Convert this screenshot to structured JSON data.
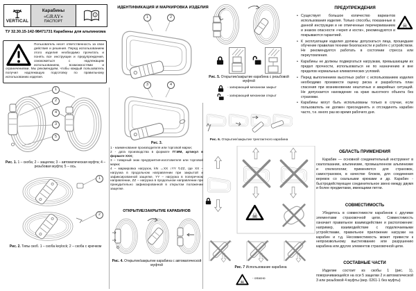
{
  "header": {
    "brand": "VERTICAL",
    "product": "Карабины",
    "model": "«GRAY»",
    "doc_type": "ПАСПОРТ",
    "standard": "ТУ 32.30.15-142-98471731 Карабины для альпинизма"
  },
  "warning_box": {
    "text": "Пользователь несет ответственность за свои действия и решения. Перед использованием этого изделия необходимо прочитать и понять все инструкции и предупреждения, ознакомиться с надлежащим использованием, возможностями и ограничениями. Мы рекомендуем, чтобы каждый пользователь получил надлежащую подготовку по правильному использованию изделия."
  },
  "sections": {
    "identification": "ИДЕНТИФИКАЦИЯ И МАРКИРОВКА ИЗДЕЛИЯ",
    "open_close": "ОТКРЫТИЕ/ЗАКРЫТИЕ КАРАБИНОВ",
    "warnings": "ПРЕДУПРЕЖДЕНИЯ",
    "application": "ОБЛАСТЬ ПРИМЕНЕНИЯ",
    "compatibility": "СОВМЕСТИМОСТЬ",
    "components": "СОСТАВНЫЕ ЧАСТИ"
  },
  "figures": {
    "fig1": {
      "label": "Рис. 1.",
      "caption": "1 – скоба; 2 – защелка; 3 – автоматическая муфта; 4 – резьбовая муфта; 5 – ось.",
      "callouts": [
        "1",
        "2",
        "4",
        "3",
        "5"
      ]
    },
    "fig2": {
      "label": "Рис. 2.",
      "caption": "Типы скоб. 1 – скоба keylock; 2 – скоба с крючком",
      "callouts": [
        "1",
        "2"
      ]
    },
    "fig3": {
      "label": "Рис. 3.",
      "callouts_top": [
        "1",
        "2"
      ],
      "callouts_bottom": [
        "3",
        "4"
      ],
      "line1": "1 - наименование производителя или торговой марки;",
      "line2a": "2 - дата производства в формате ",
      "line2b": "ГГ.ММ, артикул в формате XXX;",
      "line3": "3 – товарный знак предприятия-изготовителя или торговой марки;",
      "line4": "4 – маркировка нагрузок, kN ↔XX ↕YY ↻ZZ, где XX – нагрузка в продольном направлении при закрытой и зафиксированной защелке, YY – нагрузка в поперечном направлении, ZZ – нагрузка в продольном направлении при принудительно зафиксированной в открытом положении защелке."
    },
    "fig4": {
      "label": "Рис. 4.",
      "caption": "Открытие/закрытие карабина с автоматической муфтой"
    },
    "fig5": {
      "label": "Рис. 5.",
      "caption": "Открытие/закрытие карабина с резьбовой муфтой",
      "legend_closed": "- запирающий механизм закрыт",
      "legend_open": "- запирающий механизм открыт"
    },
    "fig6": {
      "label": "Рис. 6.",
      "caption": "Открытие/закрытие трехтактного карабина"
    },
    "fig7": {
      "label": "Рис. 7",
      "caption": "Использование карабина",
      "danger": "- опасно"
    }
  },
  "warnings_list": [
    "Существует большое количество вариантов использования изделия. Только способы, показанные в данной инструкции и не отмеченные перечеркиванием и знаком опасности «череп и кости», рекомендуются и покрываются гарантией.",
    "К эксплуатации изделия должны допускаться лица, прошедшие обучение правилам техники безопасности и работе с устройством. Не рекомендуется работать в состоянии стресса или переутомления.",
    "Карабины не должны подвергаться нагрузкам, превышающим их предел прочности, использоваться не по назначению и вне пределов нормальных климатических условий.",
    "Перед выполнением высотных работ с использованием изделия необходимо произвести оценку риска и разработать план спасения при возникновении нештатных и аварийных ситуаций. Не допускается нахождение на краю высотного объекта без страховки.",
    "Карабины могут быть использованы только в случае, если пользователь не должен присоединять и отсоединять карабин часто, т.е. много раз во время рабочего дня."
  ],
  "application_text": "Карабин — основной соединительный инструмент в скалолазании, альпинизме, промышленном альпинизме и спелеологии; применяется для страховок, самостраховок, в качестве блоков, для соединения веревок со скальными крюками и др. Карабин - быстродействующее соединительное звено между двумя и более предметами, имеющими петли.",
  "compatibility_text": "Убедитесь в совместимости карабинов с другими элементами страховочной цепи. Совместимость означает правильное взаимодействие и расположение: например, взаимодействие с подключаемыми устройствами, правильное приложение нагрузки на карабин и т.д. Несовместимость может привести к непроизвольному выстегиванию или разрушению карабина или других элементов страховочной цепи.",
  "components_text": "Изделие состоит из скобы 1 (рис. 1), поворачивающейся на оси 5 защелки 2 и автоматической 3 или резьбовой 4 муфты (вер. 0261-1 без муфты)"
}
